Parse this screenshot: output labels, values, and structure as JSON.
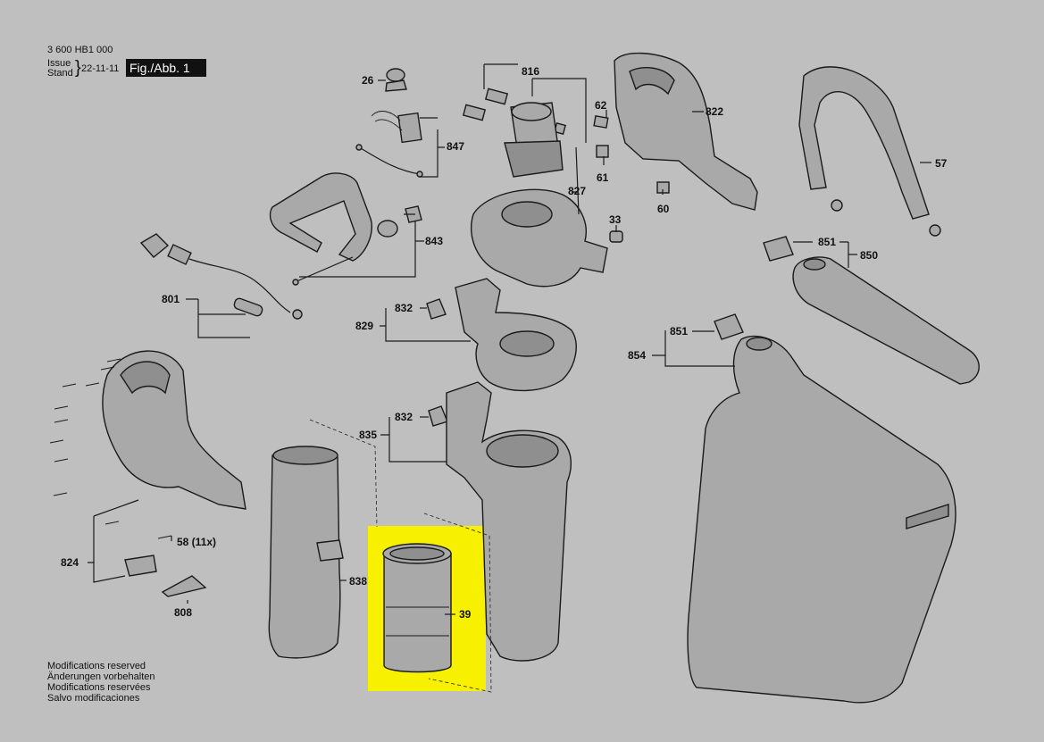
{
  "header": {
    "doc_number": "3 600 HB1 000",
    "issue_label": "Issue",
    "stand_label": "Stand",
    "date": "22-11-11",
    "figure": "Fig./Abb. 1"
  },
  "footer_notes": [
    "Modifications reserved",
    "Änderungen vorbehalten",
    "Modifications reservées",
    "Salvo modificaciones"
  ],
  "colors": {
    "background": "#bfbfbf",
    "highlight": "#f7f000",
    "ink": "#111111"
  },
  "parts": {
    "p26": "26",
    "p816": "816",
    "p847": "847",
    "p62": "62",
    "p822": "822",
    "p61": "61",
    "p827": "827",
    "p60": "60",
    "p33": "33",
    "p57": "57",
    "p843": "843",
    "p851a": "851",
    "p850": "850",
    "p801": "801",
    "p832a": "832",
    "p829": "829",
    "p851b": "851",
    "p854": "854",
    "p832b": "832",
    "p835": "835",
    "p58": "58 (11x)",
    "p824": "824",
    "p838": "838",
    "p39": "39",
    "p808": "808"
  },
  "highlighted_part": "39"
}
